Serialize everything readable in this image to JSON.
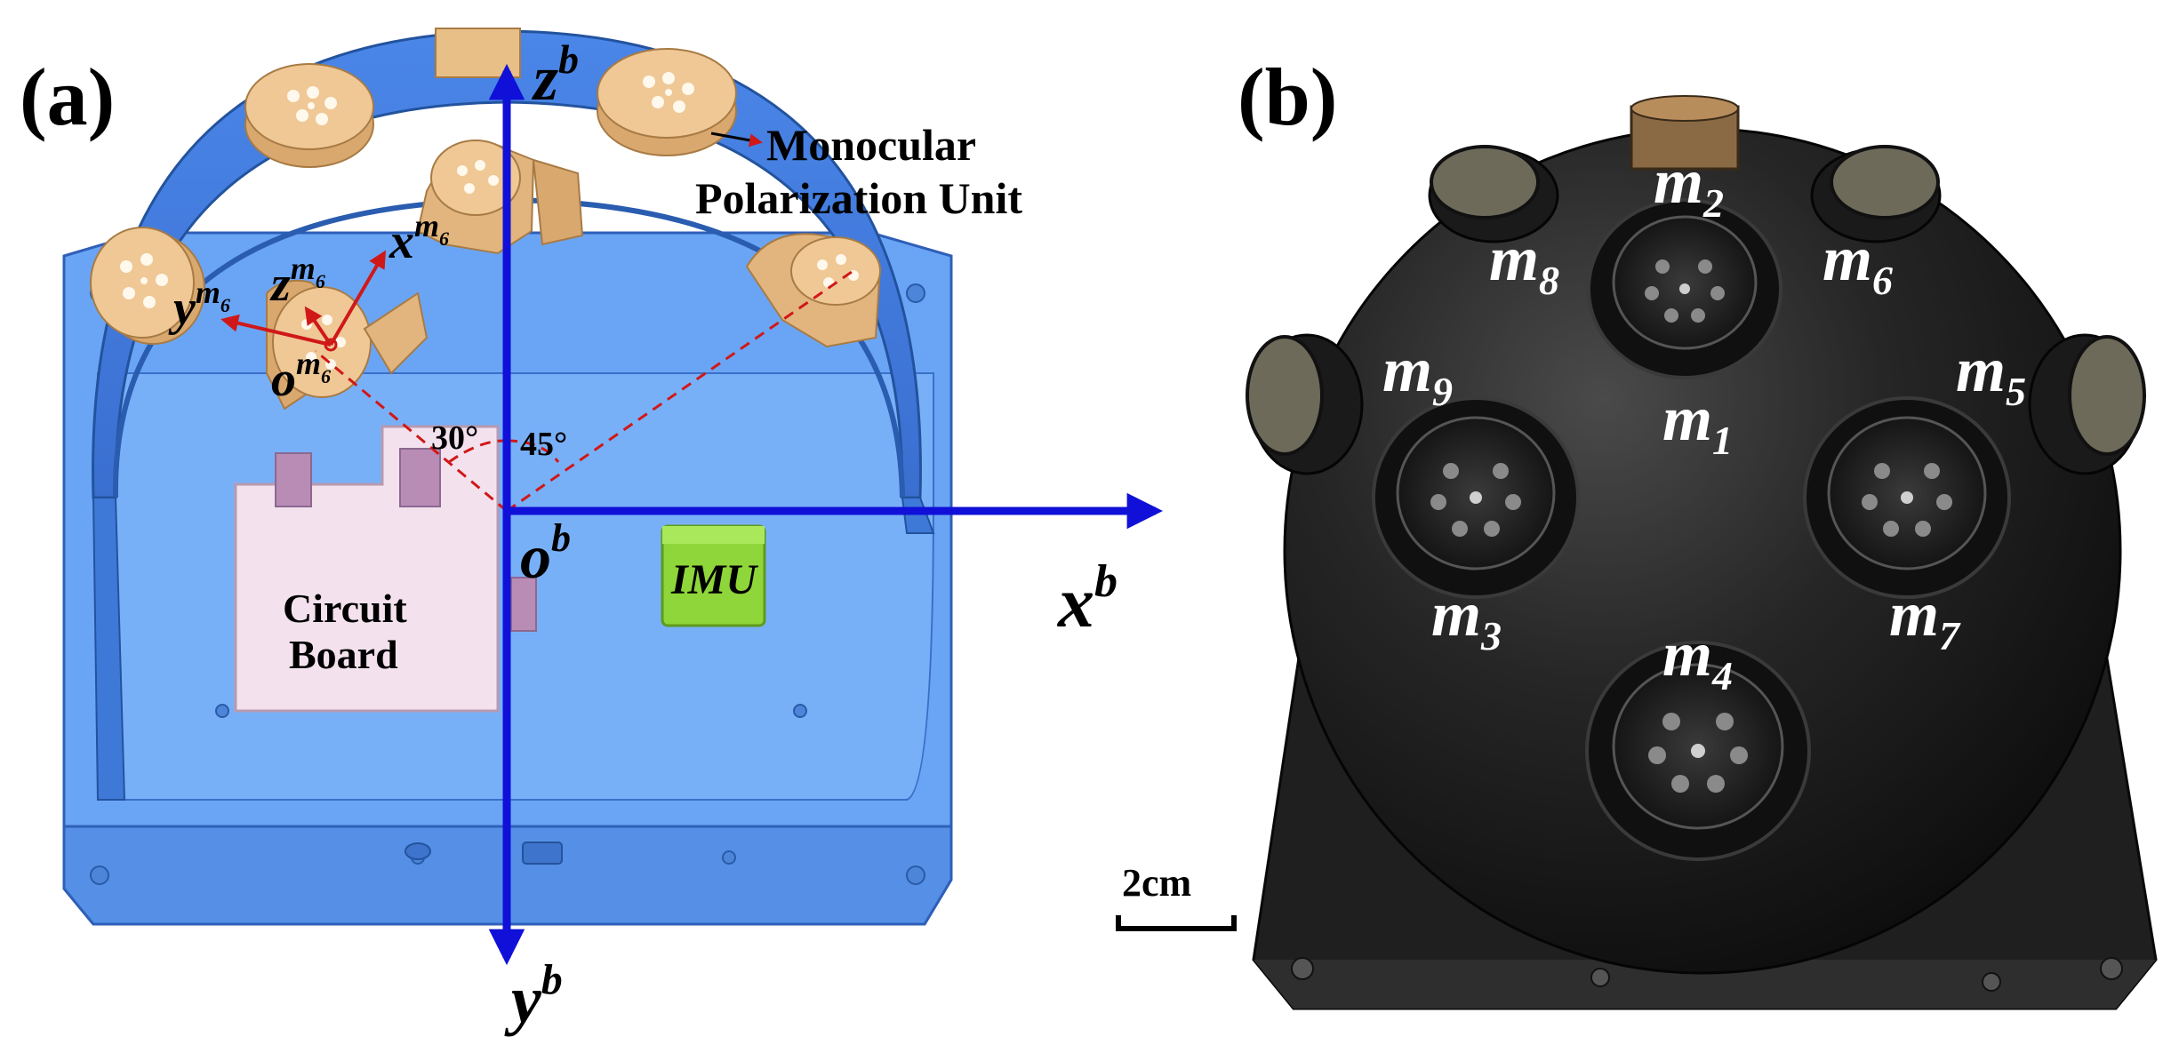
{
  "figure": {
    "panel_a": {
      "label": "(a)",
      "axes": {
        "zb": {
          "base": "z",
          "sup": "b"
        },
        "xb": {
          "base": "x",
          "sup": "b"
        },
        "yb": {
          "base": "y",
          "sup": "b"
        },
        "ob": {
          "base": "o",
          "sup": "b"
        }
      },
      "unit_frame": {
        "x": {
          "base": "x",
          "sup": "m",
          "sub": "6"
        },
        "y": {
          "base": "y",
          "sup": "m",
          "sub": "6"
        },
        "z": {
          "base": "z",
          "sup": "m",
          "sub": "6"
        },
        "o": {
          "base": "o",
          "sup": "m",
          "sub": "6"
        }
      },
      "angles": {
        "left": "30°",
        "right": "45°"
      },
      "labels": {
        "monocular_line1": "Monocular",
        "monocular_line2": "Polarization Unit",
        "circuit_line1": "Circuit",
        "circuit_line2": "Board",
        "imu": "IMU"
      },
      "colors": {
        "housing": "#5f9bf0",
        "housing_dark": "#3d78d6",
        "axis_arrow": "#1010d8",
        "frame_arrow": "#d01818",
        "dashed_line": "#d01818",
        "unit_body": "#e9bf88",
        "circuit_board": "#f3e2ee",
        "imu": "#8fd63a"
      }
    },
    "panel_b": {
      "label": "(b)",
      "units": [
        {
          "base": "m",
          "sub": "1"
        },
        {
          "base": "m",
          "sub": "2"
        },
        {
          "base": "m",
          "sub": "3"
        },
        {
          "base": "m",
          "sub": "4"
        },
        {
          "base": "m",
          "sub": "5"
        },
        {
          "base": "m",
          "sub": "6"
        },
        {
          "base": "m",
          "sub": "7"
        },
        {
          "base": "m",
          "sub": "8"
        },
        {
          "base": "m",
          "sub": "9"
        }
      ],
      "scale_bar": "2cm",
      "colors": {
        "sensor_body": "#1b1b1b",
        "sensor_highlight": "#4a4a4a",
        "label_text": "#ffffff"
      }
    }
  }
}
